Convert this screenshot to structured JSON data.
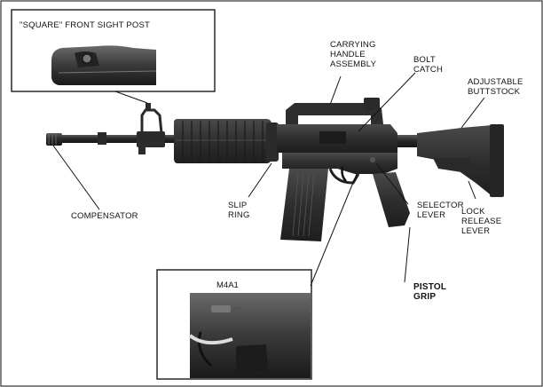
{
  "diagram": {
    "labels": {
      "front_sight": "\"SQUARE\" FRONT SIGHT POST",
      "carrying_handle": "CARRYING\nHANDLE\nASSEMBLY",
      "bolt_catch": "BOLT\nCATCH",
      "buttstock": "ADJUSTABLE\nBUTTSTOCK",
      "compensator": "COMPENSATOR",
      "slip_ring": "SLIP\nRING",
      "selector_lever": "SELECTOR\nLEVER",
      "lock_release": "LOCK\nRELEASE\nLEVER",
      "pistol_grip": "PISTOL\nGRIP",
      "m4a1": "M4A1"
    },
    "colors": {
      "frame": "#1a1a1a",
      "body_dark": "#2b2b2b",
      "body_mid": "#3d3d3d",
      "highlight": "#6a6a6a",
      "leader": "#111111"
    }
  }
}
